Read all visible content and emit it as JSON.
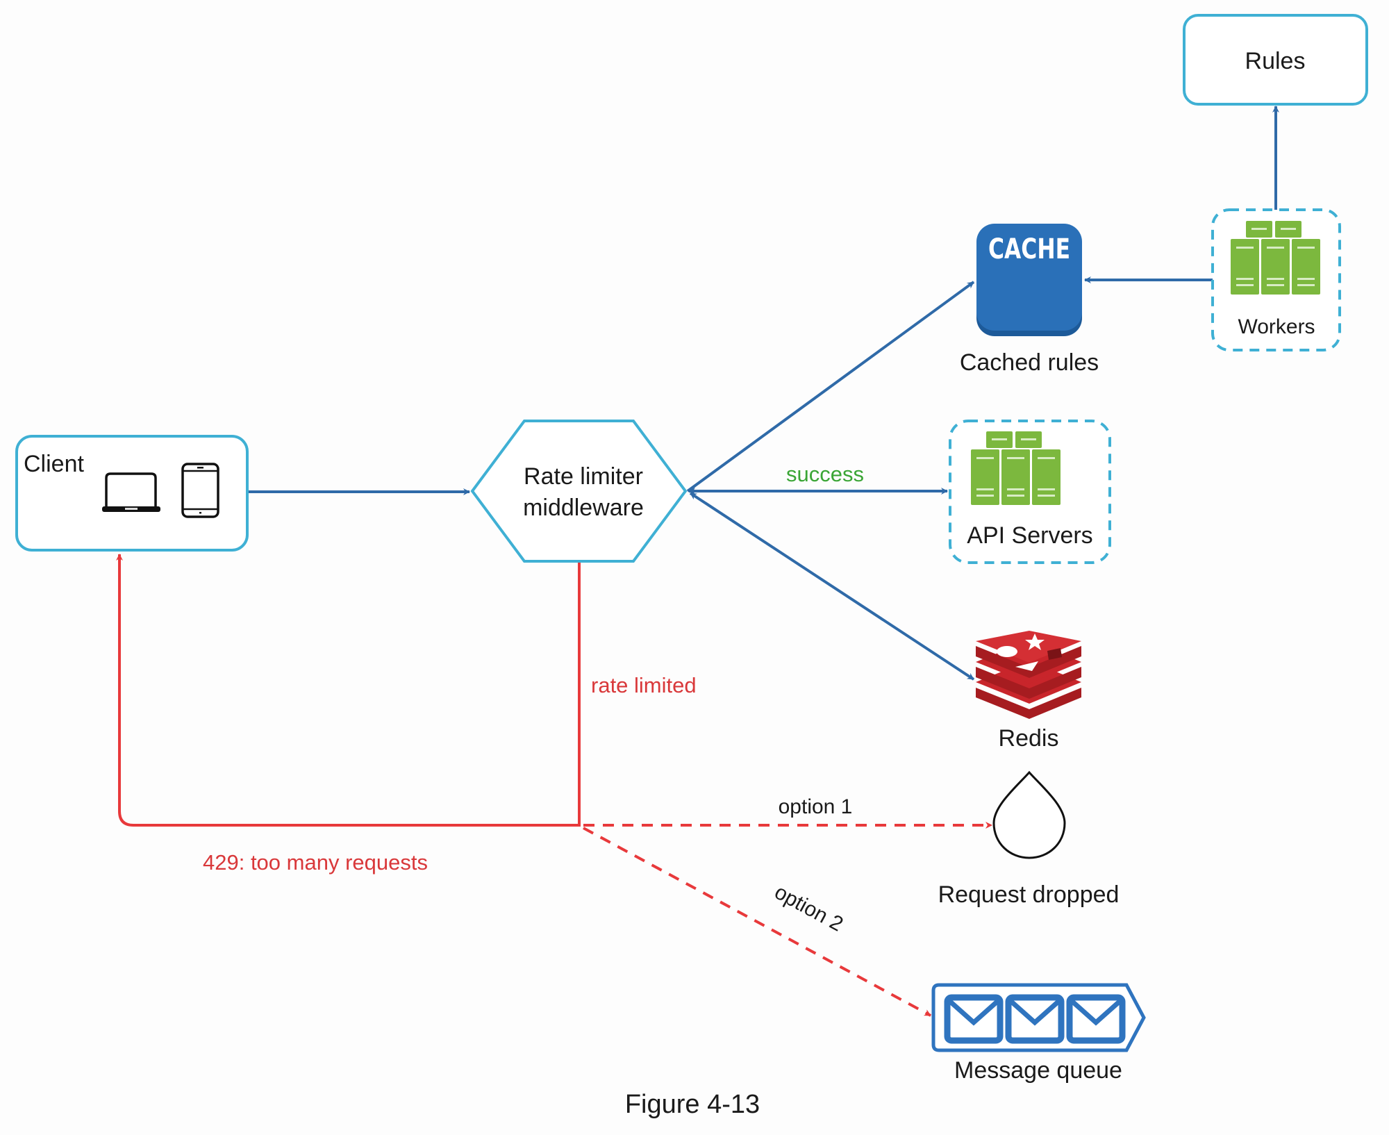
{
  "figure": {
    "caption": "Figure 4-13"
  },
  "nodes": {
    "client": {
      "label": "Client",
      "icons": [
        "laptop-icon",
        "smartphone-icon"
      ]
    },
    "rate_limiter": {
      "label_line1": "Rate limiter",
      "label_line2": "middleware"
    },
    "cache": {
      "badge": "CACHE",
      "label": "Cached rules"
    },
    "workers": {
      "label": "Workers"
    },
    "rules": {
      "label": "Rules"
    },
    "api_servers": {
      "label": "API Servers"
    },
    "redis": {
      "label": "Redis"
    },
    "request_dropped": {
      "label": "Request dropped"
    },
    "message_queue": {
      "label": "Message queue"
    }
  },
  "edges": {
    "success": "success",
    "rate_limited": "rate limited",
    "too_many": "429: too many requests",
    "option1": "option 1",
    "option2": "option 2"
  },
  "colors": {
    "flow_blue": "#2f6aa8",
    "node_border": "#3fb0d4",
    "error_red": "#e8393b",
    "server_green": "#7cb83e",
    "cache_blue": "#2a70b8",
    "redis_red": "#c8252b"
  }
}
